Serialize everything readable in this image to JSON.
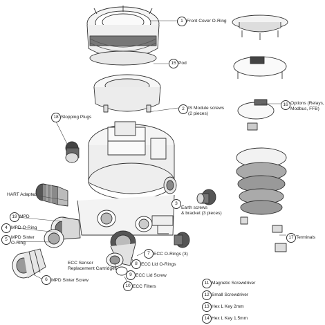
{
  "callouts": [
    {
      "num": "1",
      "text": "Front Cover O-Ring"
    },
    {
      "num": "15",
      "text": "Pod"
    },
    {
      "num": "2",
      "text": "IS Module screws\n(2 pieces)"
    },
    {
      "num": "18",
      "text": "Stopping Plugs"
    },
    {
      "num": "16",
      "text": "Options (Relays,\nModbus, FFB)"
    },
    {
      "num": "",
      "text": "HART Adapter"
    },
    {
      "num": "19",
      "text": "MPD"
    },
    {
      "num": "4",
      "text": "MPD O-Ring"
    },
    {
      "num": "5",
      "text": "MPD Sinter\nO-Ring"
    },
    {
      "num": "3",
      "text": "Earth screws\n& bracket (3 pieces)"
    },
    {
      "num": "17",
      "text": "Terminals"
    },
    {
      "num": "7",
      "text": "ECC O-Rings (3)"
    },
    {
      "num": "8",
      "text": "ECC Lid O-Rings"
    },
    {
      "num": "",
      "text": "ECC Sensor\nReplacement Cartridges"
    },
    {
      "num": "9",
      "text": "ECC Lid Screw"
    },
    {
      "num": "6",
      "text": "MPD Sinter Screw"
    },
    {
      "num": "10",
      "text": "ECC Filters"
    },
    {
      "num": "11",
      "text": "Magnetic Screwdriver"
    },
    {
      "num": "12",
      "text": "Small Screwdriver"
    },
    {
      "num": "13",
      "text": "Hex L Key 2mm"
    },
    {
      "num": "14",
      "text": "Hex L Key 1.5mm"
    }
  ]
}
